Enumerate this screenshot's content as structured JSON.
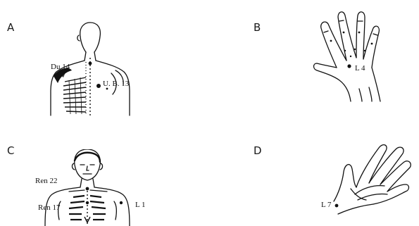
{
  "panels": [
    {
      "letter": "A",
      "labels": [
        "Du 14",
        "U. B. 13"
      ]
    },
    {
      "letter": "B",
      "labels": [
        "L 4"
      ]
    },
    {
      "letter": "C",
      "labels": [
        "Ren 22",
        "Ren 17",
        "L 1"
      ]
    },
    {
      "letter": "D",
      "labels": [
        "L 7"
      ]
    }
  ],
  "colors": {
    "ink": "#111111",
    "background": "#ffffff"
  }
}
